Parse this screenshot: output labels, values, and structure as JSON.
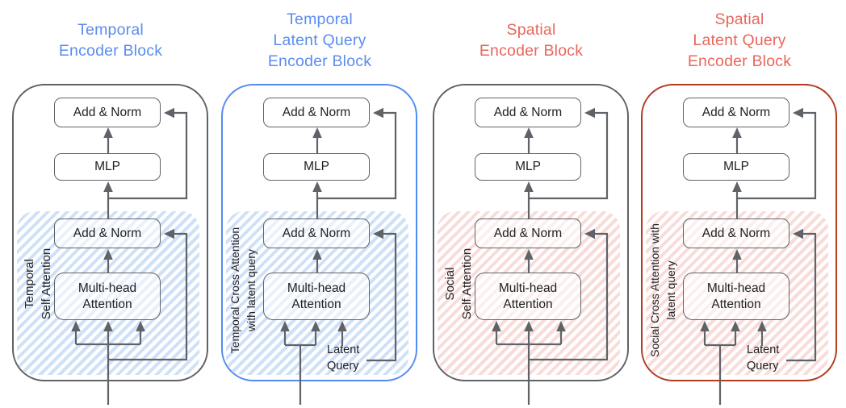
{
  "colors": {
    "blue_title": "#5b8def",
    "red_title": "#e8675c",
    "gray_border": "#5f6368",
    "blue_outline": "#548bf3",
    "red_outline": "#b23b22",
    "line": "#5f6368",
    "blue_hatch": "#cfe1f8",
    "pink_hatch": "#f9dcd9"
  },
  "blocks": [
    {
      "title": "Temporal\nEncoder Block",
      "variant": "self-attention",
      "section_label": "Temporal\nSelf Attention",
      "boxes": {
        "add_norm_top": "Add & Norm",
        "mlp": "MLP",
        "add_norm_attn": "Add & Norm",
        "attention": "Multi-head\nAttention"
      }
    },
    {
      "title": "Temporal\nLatent Query\nEncoder Block",
      "variant": "latent-query-cross-attention",
      "section_label": "Temporal Cross Attention\nwith latent query",
      "latent_query_label": "Latent\nQuery",
      "boxes": {
        "add_norm_top": "Add & Norm",
        "mlp": "MLP",
        "add_norm_attn": "Add & Norm",
        "attention": "Multi-head\nAttention"
      }
    },
    {
      "title": "Spatial\nEncoder Block",
      "variant": "self-attention",
      "section_label": "Social\nSelf Attention",
      "boxes": {
        "add_norm_top": "Add & Norm",
        "mlp": "MLP",
        "add_norm_attn": "Add & Norm",
        "attention": "Multi-head\nAttention"
      }
    },
    {
      "title": "Spatial\nLatent Query\nEncoder Block",
      "variant": "latent-query-cross-attention",
      "section_label": "Social Cross Attention with\nlatent query",
      "latent_query_label": "Latent\nQuery",
      "boxes": {
        "add_norm_top": "Add & Norm",
        "mlp": "MLP",
        "add_norm_attn": "Add & Norm",
        "attention": "Multi-head\nAttention"
      }
    }
  ]
}
